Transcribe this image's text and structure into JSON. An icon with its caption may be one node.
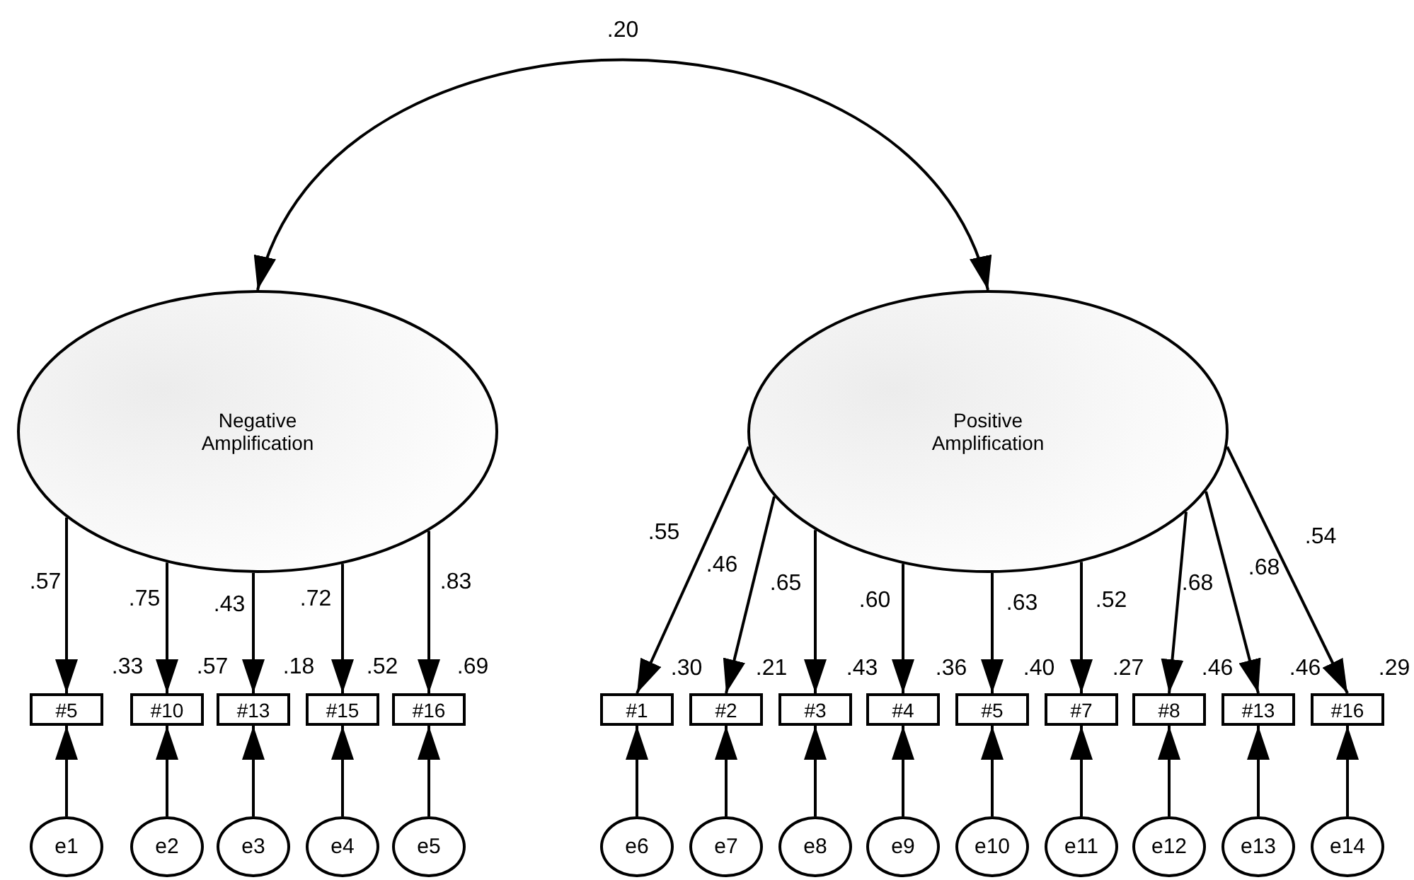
{
  "diagram": {
    "nodes": [
      {
        "text": [
          "Negative Amplification"
        ]
      },
      {
        "text": [
          "Positive Amplification"
        ]
      },
      {
        "text": [
          "#5"
        ],
        "beside": [
          ".33"
        ]
      },
      {
        "text": [
          "#10"
        ],
        "beside": [
          ".57"
        ]
      },
      {
        "text": [
          "#13"
        ],
        "beside": [
          ".18"
        ]
      },
      {
        "text": [
          "#15"
        ],
        "beside": [
          ".52"
        ]
      },
      {
        "text": [
          "#16"
        ],
        "beside": [
          ".69"
        ]
      },
      {
        "text": [
          "#1"
        ],
        "beside": [
          ".30"
        ]
      },
      {
        "text": [
          "#2"
        ],
        "beside": [
          ".21"
        ]
      },
      {
        "text": [
          "#3"
        ],
        "beside": [
          ".43"
        ]
      },
      {
        "text": [
          "#4"
        ],
        "beside": [
          ".36"
        ]
      },
      {
        "text": [
          "#5"
        ],
        "beside": [
          ".40"
        ]
      },
      {
        "text": [
          "#7"
        ],
        "beside": [
          ".27"
        ]
      },
      {
        "text": [
          "#8"
        ],
        "beside": [
          ".46"
        ]
      },
      {
        "text": [
          "#13"
        ],
        "beside": [
          ".46"
        ]
      },
      {
        "text": [
          "#16"
        ],
        "beside": [
          ".29"
        ]
      },
      {
        "text": [
          "e1"
        ]
      },
      {
        "text": [
          "e2"
        ]
      },
      {
        "text": [
          "e3"
        ]
      },
      {
        "text": [
          "e4"
        ]
      },
      {
        "text": [
          "e5"
        ]
      },
      {
        "text": [
          "e6"
        ]
      },
      {
        "text": [
          "e7"
        ]
      },
      {
        "text": [
          "e8"
        ]
      },
      {
        "text": [
          "e9"
        ]
      },
      {
        "text": [
          "e10"
        ]
      },
      {
        "text": [
          "e11"
        ]
      },
      {
        "text": [
          "e12"
        ]
      },
      {
        "text": [
          "e13"
        ]
      },
      {
        "text": [
          "e14"
        ]
      }
    ],
    "edges": [
      {
        "from": 0,
        "to": 1,
        "arrow": "both",
        "label": ".20"
      },
      {
        "from": 0,
        "to": 2,
        "arrow": "to",
        "label": ".57"
      },
      {
        "from": 0,
        "to": 3,
        "arrow": "to",
        "label": ".75"
      },
      {
        "from": 0,
        "to": 4,
        "arrow": "to",
        "label": ".43"
      },
      {
        "from": 0,
        "to": 5,
        "arrow": "to",
        "label": ".72"
      },
      {
        "from": 0,
        "to": 6,
        "arrow": "to",
        "label": ".83"
      },
      {
        "from": 1,
        "to": 7,
        "arrow": "to",
        "label": ".55"
      },
      {
        "from": 1,
        "to": 8,
        "arrow": "to",
        "label": ".46"
      },
      {
        "from": 1,
        "to": 9,
        "arrow": "to",
        "label": ".65"
      },
      {
        "from": 1,
        "to": 10,
        "arrow": "to",
        "label": ".60"
      },
      {
        "from": 1,
        "to": 11,
        "arrow": "to",
        "label": ".63"
      },
      {
        "from": 1,
        "to": 12,
        "arrow": "to",
        "label": ".52"
      },
      {
        "from": 1,
        "to": 13,
        "arrow": "to",
        "label": ".68"
      },
      {
        "from": 1,
        "to": 14,
        "arrow": "to",
        "label": ".68"
      },
      {
        "from": 1,
        "to": 15,
        "arrow": "to",
        "label": ".54"
      },
      {
        "from": 16,
        "to": 2,
        "arrow": "to"
      },
      {
        "from": 17,
        "to": 3,
        "arrow": "to"
      },
      {
        "from": 18,
        "to": 4,
        "arrow": "to"
      },
      {
        "from": 19,
        "to": 5,
        "arrow": "to"
      },
      {
        "from": 20,
        "to": 6,
        "arrow": "to"
      },
      {
        "from": 21,
        "to": 7,
        "arrow": "to"
      },
      {
        "from": 22,
        "to": 8,
        "arrow": "to"
      },
      {
        "from": 23,
        "to": 9,
        "arrow": "to"
      },
      {
        "from": 24,
        "to": 10,
        "arrow": "to"
      },
      {
        "from": 25,
        "to": 11,
        "arrow": "to"
      },
      {
        "from": 26,
        "to": 12,
        "arrow": "to"
      },
      {
        "from": 27,
        "to": 13,
        "arrow": "to"
      },
      {
        "from": 28,
        "to": 14,
        "arrow": "to"
      },
      {
        "from": 29,
        "to": 15,
        "arrow": "to"
      }
    ]
  }
}
